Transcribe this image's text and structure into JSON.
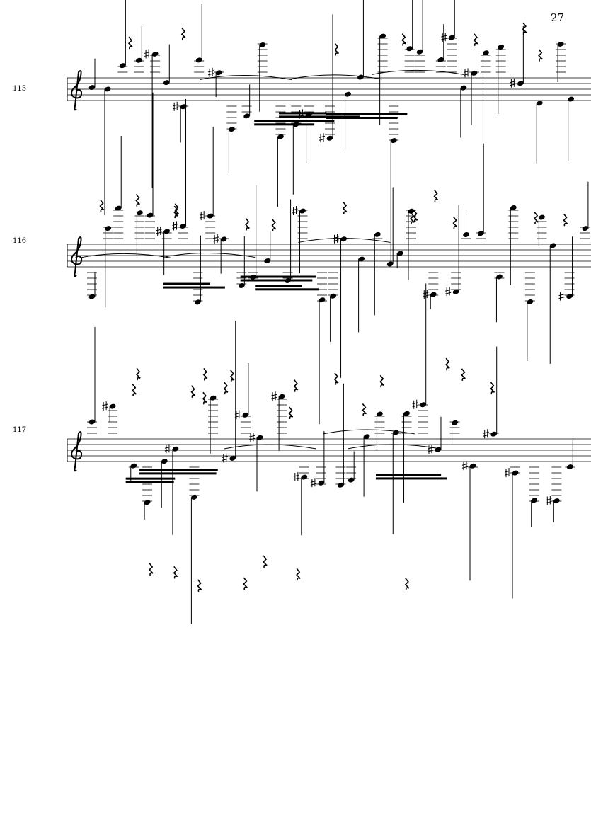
{
  "page": {
    "number": "27"
  },
  "systems": [
    {
      "measure_number": "115"
    },
    {
      "measure_number": "116"
    },
    {
      "measure_number": "117"
    }
  ]
}
